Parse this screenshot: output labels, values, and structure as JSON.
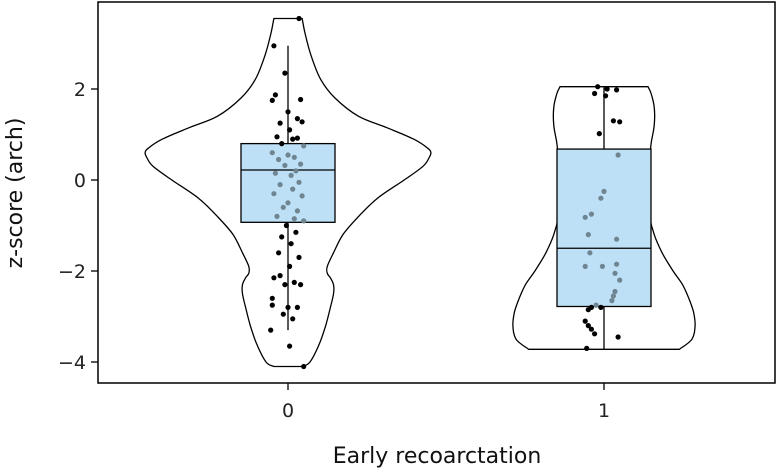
{
  "chart_data": {
    "type": "violin-box",
    "xlabel": "Early recoarctation",
    "ylabel": "z-score (arch)",
    "categories": [
      "0",
      "1"
    ],
    "ylim": [
      -4.5,
      3.9
    ],
    "yticks": [
      -4,
      -2,
      0,
      2
    ],
    "ytick_labels": [
      "−4",
      "−2",
      "0",
      "2"
    ],
    "box_fill": "#bde0f6",
    "point_color": "#000000",
    "groups": [
      {
        "category": "0",
        "box": {
          "q1": -0.93,
          "median": 0.22,
          "q3": 0.8,
          "whisker_low": -3.3,
          "whisker_high": 2.95
        },
        "violin": {
          "y": [
            -4.1,
            -4.0,
            -3.6,
            -3.2,
            -2.8,
            -2.5,
            -2.3,
            -2.15,
            -2.05,
            -1.9,
            -1.6,
            -1.2,
            -0.8,
            -0.4,
            0.0,
            0.3,
            0.5,
            0.6,
            0.7,
            0.9,
            1.15,
            1.4,
            1.8,
            2.2,
            2.7,
            3.2,
            3.55
          ],
          "half_width": [
            0.09,
            0.14,
            0.2,
            0.24,
            0.27,
            0.29,
            0.29,
            0.27,
            0.25,
            0.25,
            0.29,
            0.35,
            0.45,
            0.57,
            0.74,
            0.86,
            0.9,
            0.91,
            0.89,
            0.8,
            0.63,
            0.45,
            0.3,
            0.21,
            0.15,
            0.11,
            0.09
          ]
        },
        "points": [
          [
            0.07,
            3.55
          ],
          [
            -0.09,
            2.95
          ],
          [
            -0.02,
            2.35
          ],
          [
            -0.08,
            1.87
          ],
          [
            -0.1,
            1.75
          ],
          [
            0.08,
            1.77
          ],
          [
            0.0,
            1.5
          ],
          [
            0.06,
            1.35
          ],
          [
            -0.05,
            1.25
          ],
          [
            0.09,
            1.28
          ],
          [
            0.01,
            1.1
          ],
          [
            -0.07,
            0.95
          ],
          [
            0.03,
            0.9
          ],
          [
            0.06,
            0.92
          ],
          [
            -0.04,
            0.8
          ],
          [
            0.1,
            0.75
          ],
          [
            -0.1,
            0.6
          ],
          [
            0.0,
            0.55
          ],
          [
            0.04,
            0.5
          ],
          [
            -0.06,
            0.45
          ],
          [
            0.08,
            0.35
          ],
          [
            -0.02,
            0.32
          ],
          [
            0.05,
            0.2
          ],
          [
            -0.08,
            0.15
          ],
          [
            0.02,
            0.1
          ],
          [
            0.07,
            -0.05
          ],
          [
            -0.05,
            -0.1
          ],
          [
            0.03,
            -0.2
          ],
          [
            -0.09,
            -0.3
          ],
          [
            0.09,
            -0.35
          ],
          [
            0.0,
            -0.5
          ],
          [
            -0.03,
            -0.6
          ],
          [
            0.06,
            -0.68
          ],
          [
            -0.07,
            -0.8
          ],
          [
            0.04,
            -0.85
          ],
          [
            0.1,
            -0.9
          ],
          [
            -0.01,
            -1.0
          ],
          [
            0.05,
            -1.15
          ],
          [
            -0.04,
            -1.25
          ],
          [
            0.02,
            -1.4
          ],
          [
            -0.06,
            -1.6
          ],
          [
            0.07,
            -1.7
          ],
          [
            0.01,
            -1.9
          ],
          [
            -0.05,
            -2.1
          ],
          [
            0.04,
            -2.25
          ],
          [
            -0.09,
            -2.15
          ],
          [
            -0.02,
            -2.3
          ],
          [
            0.08,
            -2.3
          ],
          [
            -0.1,
            -2.6
          ],
          [
            -0.1,
            -2.75
          ],
          [
            0.0,
            -2.8
          ],
          [
            0.06,
            -2.8
          ],
          [
            -0.03,
            -2.95
          ],
          [
            0.03,
            -3.05
          ],
          [
            -0.11,
            -3.3
          ],
          [
            0.01,
            -3.65
          ],
          [
            0.1,
            -4.1
          ]
        ]
      },
      {
        "category": "1",
        "box": {
          "q1": -2.78,
          "median": -1.5,
          "q3": 0.68,
          "whisker_low": -3.72,
          "whisker_high": 2.05
        },
        "violin": {
          "y": [
            -3.72,
            -3.5,
            -3.2,
            -2.9,
            -2.6,
            -2.3,
            -2.0,
            -1.6,
            -1.2,
            -0.8,
            -0.4,
            0.0,
            0.4,
            0.8,
            1.2,
            1.6,
            1.9,
            2.05
          ],
          "half_width": [
            0.48,
            0.56,
            0.58,
            0.57,
            0.54,
            0.5,
            0.44,
            0.37,
            0.32,
            0.29,
            0.28,
            0.28,
            0.29,
            0.3,
            0.32,
            0.32,
            0.3,
            0.28
          ]
        },
        "points": [
          [
            -0.04,
            2.05
          ],
          [
            0.02,
            2.0
          ],
          [
            0.08,
            1.98
          ],
          [
            -0.06,
            1.9
          ],
          [
            0.01,
            1.85
          ],
          [
            0.06,
            1.3
          ],
          [
            0.1,
            1.28
          ],
          [
            -0.03,
            1.02
          ],
          [
            0.09,
            0.55
          ],
          [
            0.0,
            -0.25
          ],
          [
            -0.02,
            -0.4
          ],
          [
            -0.08,
            -0.75
          ],
          [
            -0.12,
            -0.82
          ],
          [
            -0.1,
            -1.2
          ],
          [
            -0.09,
            -1.6
          ],
          [
            0.08,
            -1.3
          ],
          [
            -0.12,
            -1.9
          ],
          [
            -0.01,
            -1.9
          ],
          [
            0.08,
            -1.85
          ],
          [
            0.07,
            -2.05
          ],
          [
            0.1,
            -2.2
          ],
          [
            0.07,
            -2.45
          ],
          [
            0.06,
            -2.55
          ],
          [
            0.05,
            -2.65
          ],
          [
            -0.05,
            -2.75
          ],
          [
            -0.08,
            -2.8
          ],
          [
            -0.1,
            -2.85
          ],
          [
            -0.02,
            -2.8
          ],
          [
            -0.12,
            -3.1
          ],
          [
            -0.1,
            -3.2
          ],
          [
            -0.08,
            -3.28
          ],
          [
            -0.06,
            -3.38
          ],
          [
            0.09,
            -3.45
          ],
          [
            -0.11,
            -3.7
          ]
        ]
      }
    ]
  }
}
